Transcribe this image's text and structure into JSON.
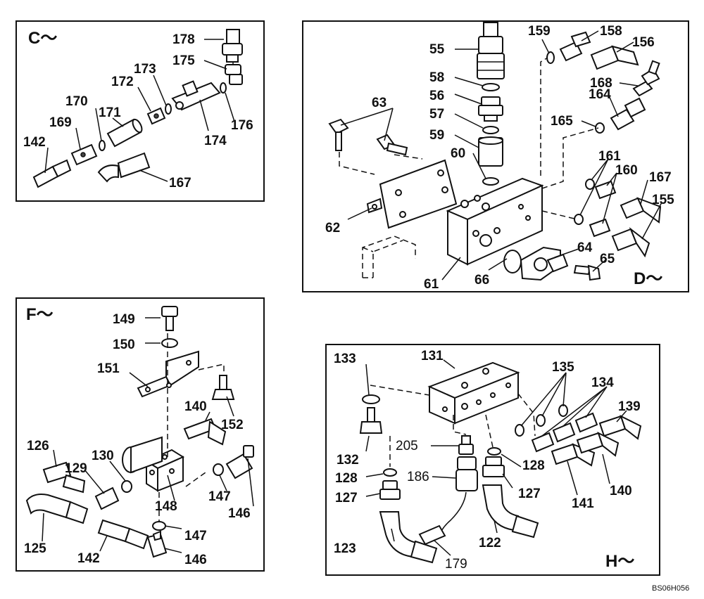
{
  "diagram_code": "BS06H056",
  "panels": {
    "c": {
      "title": "C～",
      "labels": {
        "p178": "178",
        "p175": "175",
        "p173": "173",
        "p172": "172",
        "p170": "170",
        "p171": "171",
        "p169": "169",
        "p142": "142",
        "p176": "176",
        "p174": "174",
        "p167": "167"
      }
    },
    "d": {
      "title": "D～",
      "labels": {
        "p55": "55",
        "p159": "159",
        "p158": "158",
        "p156": "156",
        "p58": "58",
        "p168": "168",
        "p63": "63",
        "p56": "56",
        "p164": "164",
        "p57": "57",
        "p165": "165",
        "p59": "59",
        "p60": "60",
        "p161": "161",
        "p160": "160",
        "p167": "167",
        "p155": "155",
        "p62": "62",
        "p64": "64",
        "p65": "65",
        "p61": "61",
        "p66": "66"
      }
    },
    "f": {
      "title": "F～",
      "labels": {
        "p149": "149",
        "p150": "150",
        "p151": "151",
        "p140": "140",
        "p152": "152",
        "p126": "126",
        "p130": "130",
        "p129": "129",
        "p147a": "147",
        "p146a": "146",
        "p148": "148",
        "p125": "125",
        "p142": "142",
        "p147b": "147",
        "p146b": "146"
      }
    },
    "h": {
      "title": "H～",
      "labels": {
        "p133": "133",
        "p131": "131",
        "p135": "135",
        "p134": "134",
        "p139": "139",
        "p205": "205",
        "p132": "132",
        "p128a": "128",
        "p186": "186",
        "p127a": "127",
        "p128b": "128",
        "p127b": "127",
        "p141": "141",
        "p140": "140",
        "p123": "123",
        "p122": "122",
        "p179": "179"
      }
    }
  }
}
